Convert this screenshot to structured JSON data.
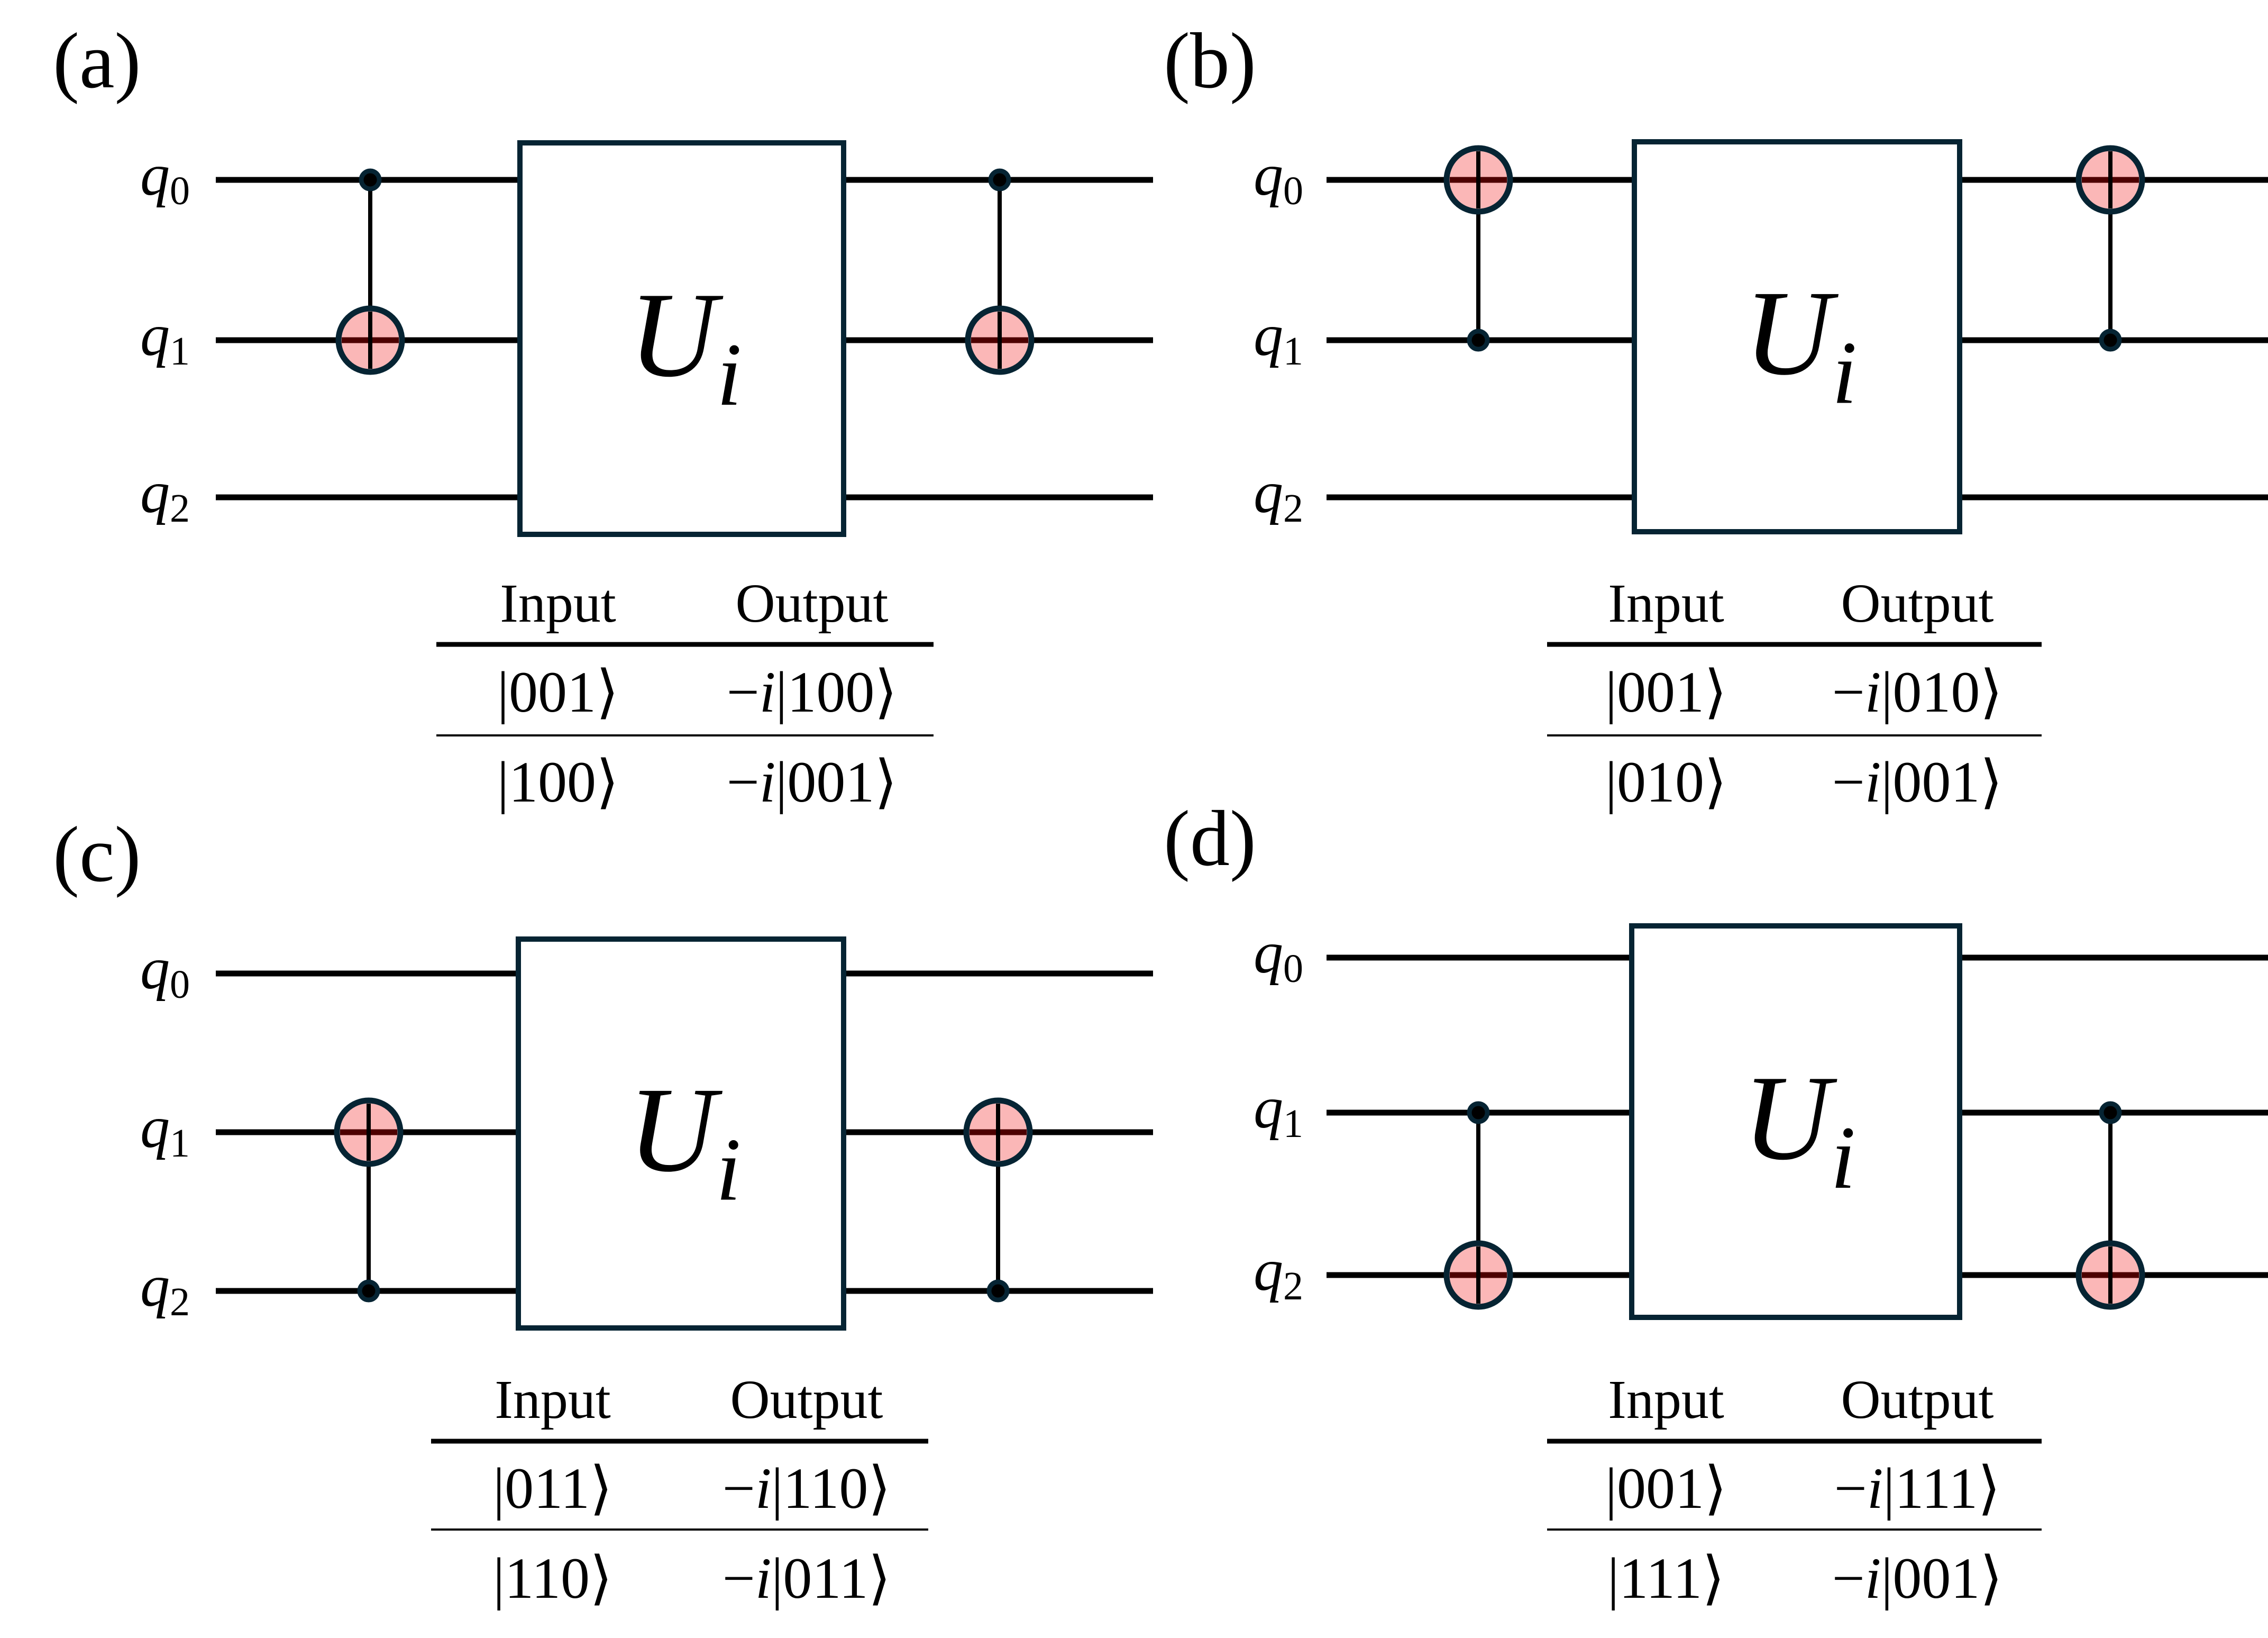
{
  "figure": {
    "type": "quantum-circuit-panels",
    "colors": {
      "wire": "#000000",
      "gate_border": "#062433",
      "target_fill": "#fbb7b7",
      "target_cross": "#4d0000",
      "background": "#ffffff"
    },
    "panels": [
      {
        "id": "a",
        "label": "(a)",
        "qubits": [
          "q0",
          "q1",
          "q2"
        ],
        "gate_label": "U",
        "gate_subscript": "i",
        "cnots": [
          {
            "position": "before",
            "control": 0,
            "target": 1
          },
          {
            "position": "after",
            "control": 0,
            "target": 1
          }
        ],
        "table": {
          "headers": [
            "Input",
            "Output"
          ],
          "rows": [
            {
              "input": "|001⟩",
              "output_prefix": "−",
              "output_phase": "i",
              "output_state": "|100⟩"
            },
            {
              "input": "|100⟩",
              "output_prefix": "−",
              "output_phase": "i",
              "output_state": "|001⟩"
            }
          ]
        }
      },
      {
        "id": "b",
        "label": "(b)",
        "qubits": [
          "q0",
          "q1",
          "q2"
        ],
        "gate_label": "U",
        "gate_subscript": "i",
        "cnots": [
          {
            "position": "before",
            "control": 1,
            "target": 0
          },
          {
            "position": "after",
            "control": 1,
            "target": 0
          }
        ],
        "table": {
          "headers": [
            "Input",
            "Output"
          ],
          "rows": [
            {
              "input": "|001⟩",
              "output_prefix": "−",
              "output_phase": "i",
              "output_state": "|010⟩"
            },
            {
              "input": "|010⟩",
              "output_prefix": "−",
              "output_phase": "i",
              "output_state": "|001⟩"
            }
          ]
        }
      },
      {
        "id": "c",
        "label": "(c)",
        "qubits": [
          "q0",
          "q1",
          "q2"
        ],
        "gate_label": "U",
        "gate_subscript": "i",
        "cnots": [
          {
            "position": "before",
            "control": 2,
            "target": 1
          },
          {
            "position": "after",
            "control": 2,
            "target": 1
          }
        ],
        "table": {
          "headers": [
            "Input",
            "Output"
          ],
          "rows": [
            {
              "input": "|011⟩",
              "output_prefix": "−",
              "output_phase": "i",
              "output_state": "|110⟩"
            },
            {
              "input": "|110⟩",
              "output_prefix": "−",
              "output_phase": "i",
              "output_state": "|011⟩"
            }
          ]
        }
      },
      {
        "id": "d",
        "label": "(d)",
        "qubits": [
          "q0",
          "q1",
          "q2"
        ],
        "gate_label": "U",
        "gate_subscript": "i",
        "cnots": [
          {
            "position": "before",
            "control": 1,
            "target": 2
          },
          {
            "position": "after",
            "control": 1,
            "target": 2
          }
        ],
        "table": {
          "headers": [
            "Input",
            "Output"
          ],
          "rows": [
            {
              "input": "|001⟩",
              "output_prefix": "−",
              "output_phase": "i",
              "output_state": "|111⟩"
            },
            {
              "input": "|111⟩",
              "output_prefix": "−",
              "output_phase": "i",
              "output_state": "|001⟩"
            }
          ]
        }
      }
    ]
  }
}
